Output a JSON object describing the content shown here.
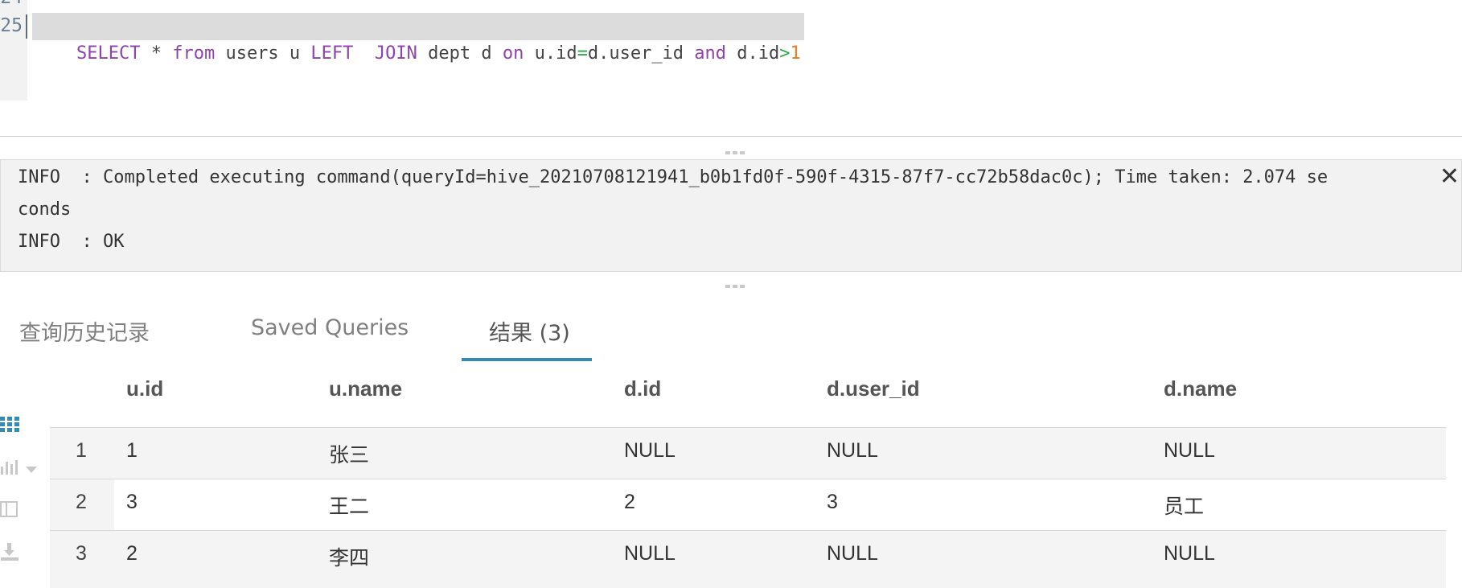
{
  "editor": {
    "prev_line_number": "24",
    "current_line_number": "25",
    "tokens": [
      {
        "text": "SELECT",
        "type": "kw"
      },
      {
        "text": " * ",
        "type": "plain"
      },
      {
        "text": "from",
        "type": "kw"
      },
      {
        "text": " users u ",
        "type": "plain"
      },
      {
        "text": "LEFT",
        "type": "kw"
      },
      {
        "text": "  ",
        "type": "plain"
      },
      {
        "text": "JOIN",
        "type": "kw"
      },
      {
        "text": " dept d ",
        "type": "plain"
      },
      {
        "text": "on",
        "type": "kw"
      },
      {
        "text": " u.id",
        "type": "plain"
      },
      {
        "text": "=",
        "type": "op"
      },
      {
        "text": "d.user_id ",
        "type": "plain"
      },
      {
        "text": "and",
        "type": "kw"
      },
      {
        "text": " d.id",
        "type": "plain"
      },
      {
        "text": ">",
        "type": "op"
      },
      {
        "text": "1",
        "type": "num"
      }
    ]
  },
  "log": {
    "lines": [
      "INFO  : Completed executing command(queryId=hive_20210708121941_b0b1fd0f-590f-4315-87f7-cc72b58dac0c); Time taken: 2.074 se",
      "conds",
      "INFO  : OK"
    ],
    "close_icon": "close-icon"
  },
  "tabs": [
    {
      "label": "查询历史记录",
      "active": false
    },
    {
      "label": "Saved Queries",
      "active": false
    },
    {
      "label": "结果 (3)",
      "active": true
    }
  ],
  "toolbar": {
    "icons": [
      "grid-icon",
      "bar-chart-icon",
      "chevron-down-icon",
      "columns-icon",
      "download-icon"
    ]
  },
  "results": {
    "columns": [
      "u.id",
      "u.name",
      "d.id",
      "d.user_id",
      "d.name"
    ],
    "rows": [
      {
        "num": "1",
        "cells": [
          "1",
          "张三",
          "NULL",
          "NULL",
          "NULL"
        ]
      },
      {
        "num": "2",
        "cells": [
          "3",
          "王二",
          "2",
          "3",
          "员工"
        ]
      },
      {
        "num": "3",
        "cells": [
          "2",
          "李四",
          "NULL",
          "NULL",
          "NULL"
        ]
      }
    ]
  },
  "colors": {
    "keyword": "#8e44ad",
    "operator": "#2ba84a",
    "number": "#e67e22",
    "accent": "#338bb8"
  }
}
